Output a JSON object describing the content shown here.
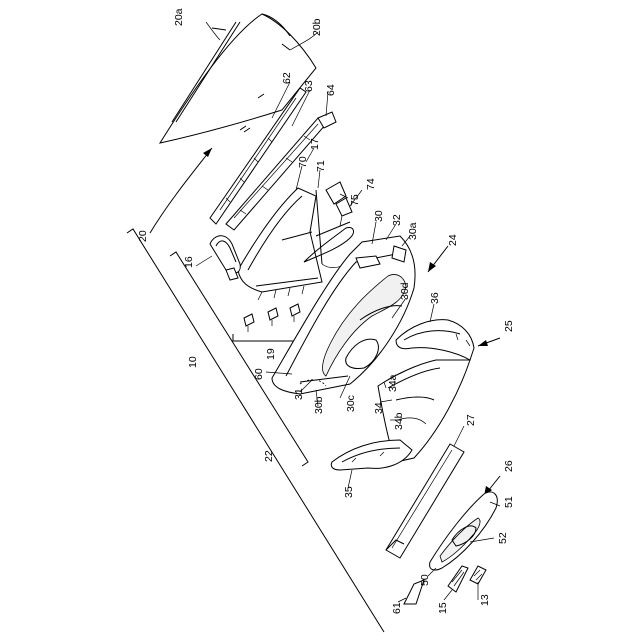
{
  "labels": {
    "l20a": "20a",
    "l20b": "20b",
    "l62": "62",
    "l63": "63",
    "l64": "64",
    "l17": "17",
    "l71": "71",
    "l70": "70",
    "l75": "75",
    "l74": "74",
    "l30": "30",
    "l32": "32",
    "l30a": "30a",
    "l24": "24",
    "l20": "20",
    "l16": "16",
    "l30d": "30d",
    "l36": "36",
    "l25": "25",
    "l19": "19",
    "l10": "10",
    "l60": "60",
    "l31": "31",
    "l30b": "30b",
    "l30c": "30c",
    "l34": "34",
    "l34a": "34a",
    "l34b": "34b",
    "l27": "27",
    "l22": "22",
    "l35": "35",
    "l26": "26",
    "l51": "51",
    "l52": "52",
    "l50": "50",
    "l13": "13",
    "l15": "15",
    "l61": "61"
  },
  "colors": {
    "line": "#000000",
    "background": "#ffffff",
    "shade": "#f1f1f1"
  }
}
